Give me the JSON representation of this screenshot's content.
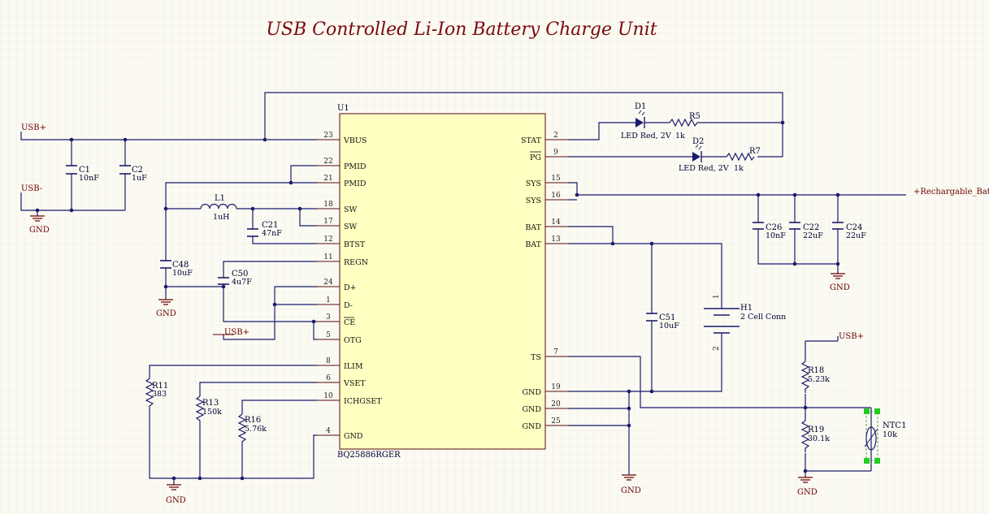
{
  "title": "USB Controlled Li-Ion Battery Charge Unit",
  "ic": {
    "ref": "U1",
    "part": "BQ25886RGER",
    "left_pins": [
      {
        "num": "23",
        "name": "VBUS"
      },
      {
        "num": "22",
        "name": "PMID"
      },
      {
        "num": "21",
        "name": "PMID"
      },
      {
        "num": "18",
        "name": "SW"
      },
      {
        "num": "17",
        "name": "SW"
      },
      {
        "num": "12",
        "name": "BTST"
      },
      {
        "num": "11",
        "name": "REGN"
      },
      {
        "num": "24",
        "name": "D+"
      },
      {
        "num": "1",
        "name": "D-"
      },
      {
        "num": "3",
        "name": "CE"
      },
      {
        "num": "5",
        "name": "OTG"
      },
      {
        "num": "8",
        "name": "ILIM"
      },
      {
        "num": "6",
        "name": "VSET"
      },
      {
        "num": "10",
        "name": "ICHGSET"
      },
      {
        "num": "4",
        "name": "GND"
      }
    ],
    "right_pins": [
      {
        "num": "2",
        "name": "STAT"
      },
      {
        "num": "9",
        "name": "PG"
      },
      {
        "num": "15",
        "name": "SYS"
      },
      {
        "num": "16",
        "name": "SYS"
      },
      {
        "num": "14",
        "name": "BAT"
      },
      {
        "num": "13",
        "name": "BAT"
      },
      {
        "num": "7",
        "name": "TS"
      },
      {
        "num": "19",
        "name": "GND"
      },
      {
        "num": "20",
        "name": "GND"
      },
      {
        "num": "25",
        "name": "GND"
      }
    ]
  },
  "components": {
    "C1": {
      "ref": "C1",
      "value": "10nF"
    },
    "C2": {
      "ref": "C2",
      "value": "1uF"
    },
    "L1": {
      "ref": "L1",
      "value": "1uH"
    },
    "C21": {
      "ref": "C21",
      "value": "47nF"
    },
    "C48": {
      "ref": "C48",
      "value": "10uF"
    },
    "C50": {
      "ref": "C50",
      "value": "4u7F"
    },
    "R11": {
      "ref": "R11",
      "value": "383"
    },
    "R13": {
      "ref": "R13",
      "value": "150k"
    },
    "R16": {
      "ref": "R16",
      "value": "5.76k"
    },
    "D1": {
      "ref": "D1",
      "value": "LED Red, 2V"
    },
    "R5": {
      "ref": "R5",
      "value": "1k"
    },
    "D2": {
      "ref": "D2",
      "value": "LED Red, 2V"
    },
    "R7": {
      "ref": "R7",
      "value": "1k"
    },
    "C26": {
      "ref": "C26",
      "value": "10nF"
    },
    "C22": {
      "ref": "C22",
      "value": "22uF"
    },
    "C24": {
      "ref": "C24",
      "value": "22uF"
    },
    "H1": {
      "ref": "H1",
      "value": "2 Cell Conn"
    },
    "C51": {
      "ref": "C51",
      "value": "10uF"
    },
    "R18": {
      "ref": "R18",
      "value": "5.23k"
    },
    "R19": {
      "ref": "R19",
      "value": "30.1k"
    },
    "NTC1": {
      "ref": "NTC1",
      "value": "10k"
    }
  },
  "connector_pins": {
    "pin1": "1",
    "pin2": "2"
  },
  "nets": {
    "usb_plus": "USB+",
    "usb_minus": "USB-",
    "gnd": "GND",
    "battery": "+Rechargable_Battery"
  },
  "colors": {
    "background": "#fbfaf3",
    "ic_fill": "#ffffc2",
    "wire": "#1b1b6e",
    "title": "#7a0a0a",
    "net_label": "#6b0000"
  }
}
